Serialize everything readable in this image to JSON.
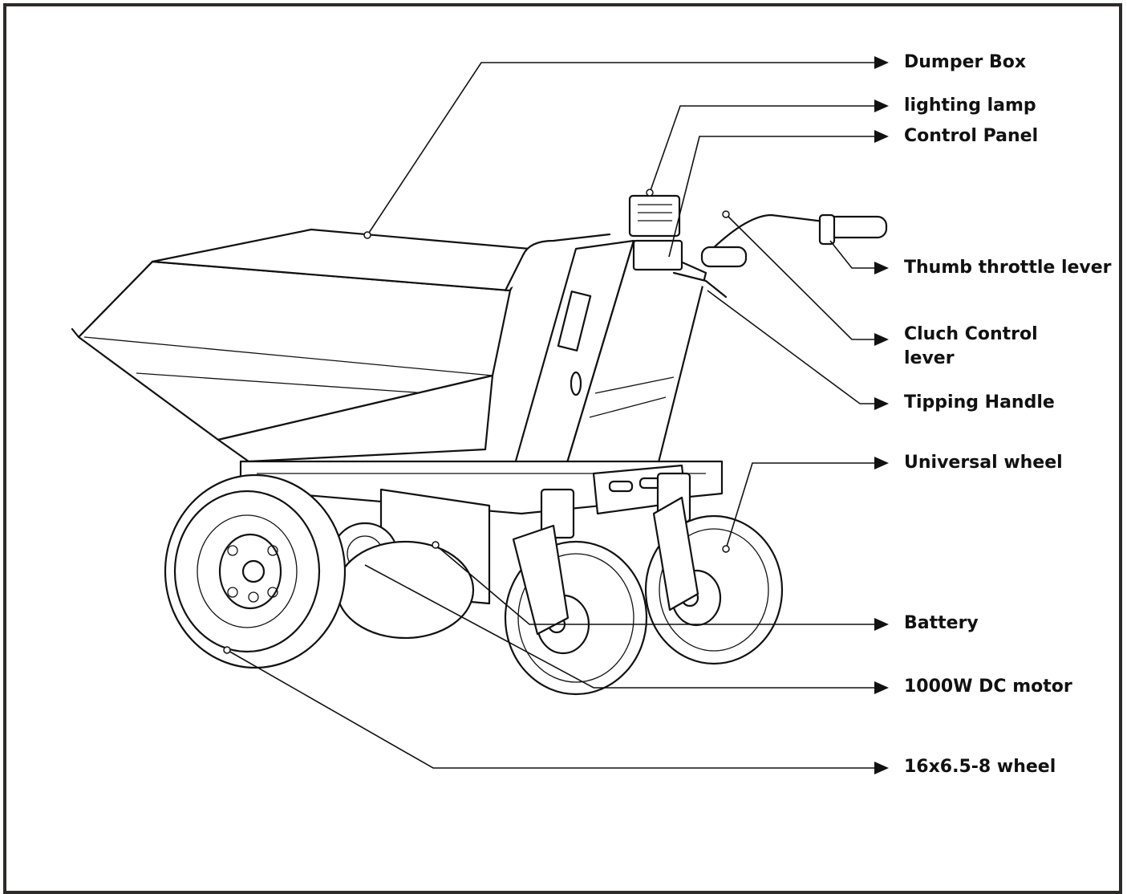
{
  "labels": {
    "dumper_box": "Dumper Box",
    "lighting_lamp": "lighting lamp",
    "control_panel": "Control Panel",
    "thumb_throttle": "Thumb throttle lever",
    "clutch_control": "Cluch Control\nlever",
    "tipping_handle": "Tipping Handle",
    "universal_wheel": "Universal wheel",
    "battery": "Battery",
    "dc_motor": "1000W DC motor",
    "main_wheel": "16x6.5-8 wheel"
  },
  "colors": {
    "frame": "#2e2a28",
    "line": "#111111",
    "text": "#111111",
    "background": "#ffffff"
  }
}
